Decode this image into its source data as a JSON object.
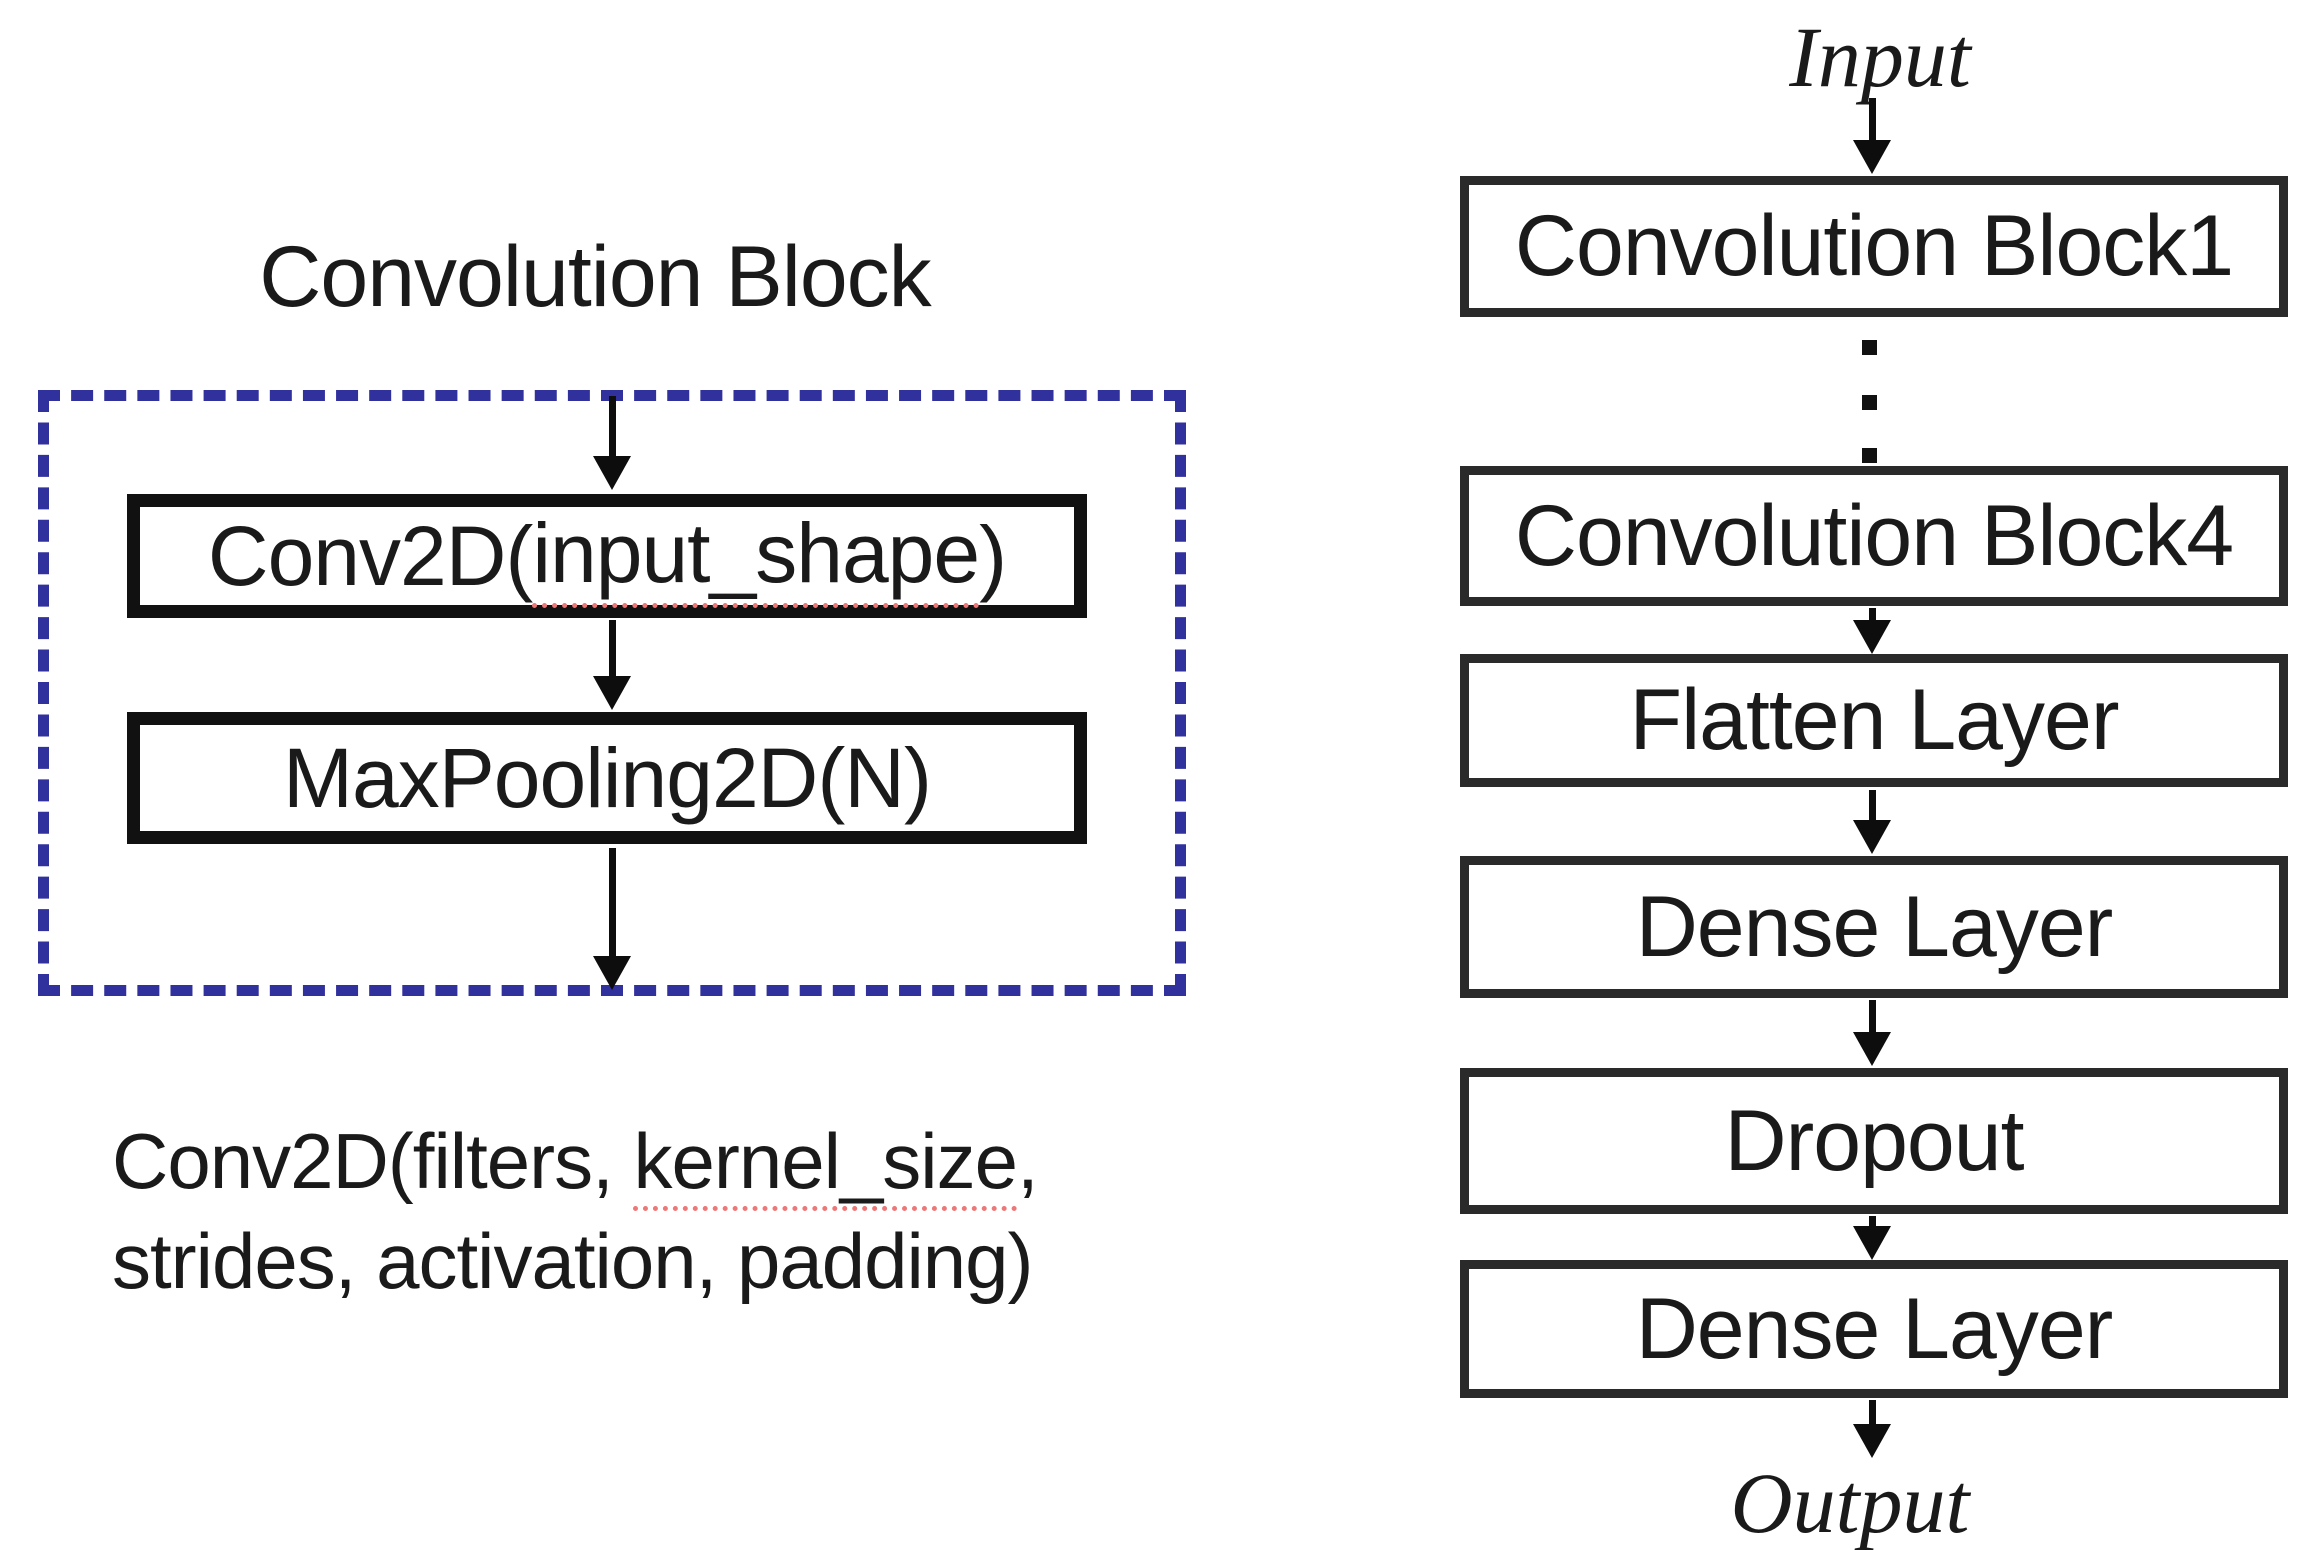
{
  "figure": {
    "left": {
      "title": "Convolution Block",
      "conv_box": {
        "prefix": "Conv2D(",
        "arg": "input_shape",
        "suffix": ")"
      },
      "pool_box": {
        "label": "MaxPooling2D(N)"
      },
      "caption": {
        "line1_prefix": "Conv2D(filters, ",
        "line1_arg": "kernel_size",
        "line1_suffix": ",",
        "line2": "strides, activation, padding)"
      }
    },
    "right": {
      "input_label": "Input",
      "boxes": [
        {
          "label": "Convolution Block1"
        },
        {
          "label": "Convolution Block4"
        },
        {
          "label": "Flatten Layer"
        },
        {
          "label": "Dense Layer"
        },
        {
          "label": "Dropout"
        },
        {
          "label": "Dense Layer"
        }
      ],
      "output_label": "Output"
    },
    "icons": {
      "flow_arrow": "down-arrow",
      "ellipsis": "vertical-dots"
    },
    "colors": {
      "dashed_border": "#31319e",
      "box_border": "#1c1c1c",
      "text": "#1a1a1a",
      "spellcheck_underline": "#ee7777"
    }
  }
}
